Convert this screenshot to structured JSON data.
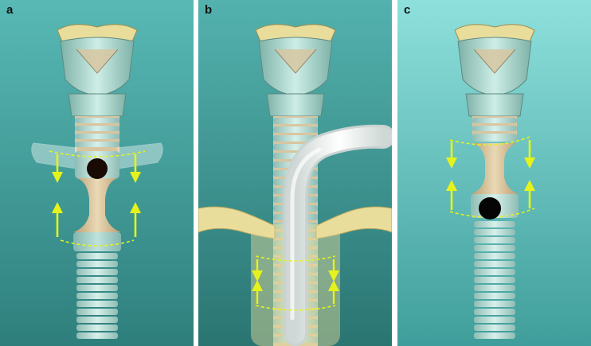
{
  "figure": {
    "panels": [
      {
        "label": "a"
      },
      {
        "label": "b"
      },
      {
        "label": "c"
      }
    ]
  },
  "colors": {
    "bg_a": "#3f9e9b",
    "bg_b": "#3b8f8c",
    "bg_c": "#62c6c2",
    "cartilage": "#bfe3db",
    "cartilage_shade": "#86b8ae",
    "muscle": "#d9c59f",
    "muscle_dark": "#b99e72",
    "bone": "#e9dd9c",
    "arrow": "#e6f21c",
    "tube": "#ffffff",
    "stoma": "#1a0a04"
  },
  "icons": [
    "larynx-illustration",
    "trachea-illustration",
    "arrow-down-icon",
    "arrow-up-icon",
    "stoma-dot-icon",
    "tube-illustration"
  ]
}
